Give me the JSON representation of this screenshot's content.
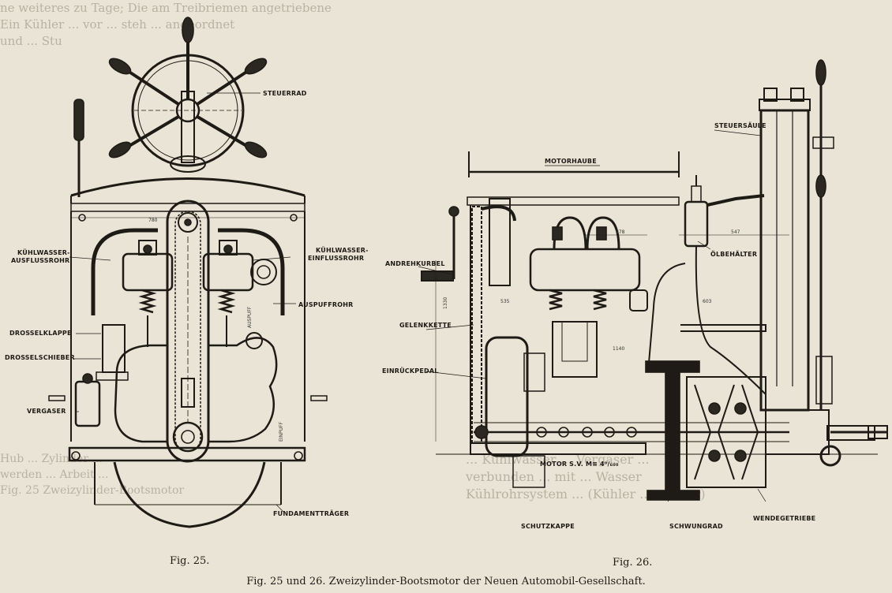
{
  "bleed_through": {
    "top_lines": [
      "ne weiteres zu Tage; Die am Treibriemen angetriebene",
      "Ein Kühler ... vor ... steh ... angeordnet",
      "und ... Stu"
    ],
    "right_lines": [
      "... Kühlwasser ... Vergaser ...",
      "verbunden ... mit ... Wasser",
      "Kühlrohrsystem ... (Kühler ... wasser)"
    ],
    "left_lines": [
      "Hub ... Zylinder ...",
      "werden ... Arbeit ...",
      "Fig. 25 Zweizylinder-Bootsmotor"
    ]
  },
  "fig25": {
    "caption": "Fig. 25.",
    "labels": {
      "steuerrad": "STEUERRAD",
      "kuehlwasser_ausfluss_1": "KÜHLWASSER-",
      "kuehlwasser_ausfluss_2": "AUSFLUSSROHR",
      "kuehlwasser_einfluss_1": "KÜHLWASSER-",
      "kuehlwasser_einfluss_2": "EINFLUSSROHR",
      "auspuffrohr": "AUSPUFFROHR",
      "drosselklappe": "DROSSELKLAPPE",
      "drosselschieber": "DROSSELSCHIEBER",
      "vergaser": "VERGASER",
      "fundamenttraeger": "FUNDAMENTTRÄGER",
      "auspuff": "AUSPUFF",
      "einpuff": "EINPUFF",
      "dim_780": "780"
    }
  },
  "fig26": {
    "caption": "Fig. 26.",
    "labels": {
      "motorhaube": "MOTORHAUBE",
      "steuersaeule": "STEUERSÄULE",
      "andrehkurbel": "ANDREHKURBEL",
      "oelbehaelter": "ÖLBEHÄLTER",
      "gelenkkette": "GELENKKETTE",
      "einrueckpedal": "EINRÜCKPEDAL",
      "motor": "MOTOR S.V. M≡ 4⁰/₆₀₀",
      "schutzkappe": "SCHUTZKAPPE",
      "schwungrad": "SCHWUNGRAD",
      "wendegetriebe": "WENDEGETRIEBE",
      "dim_547": "547",
      "dim_878": "878",
      "dim_535": "535",
      "dim_1140": "1140",
      "dim_603": "603",
      "dim_1330": "1330"
    }
  },
  "caption": "Fig. 25 und 26. Zweizylinder-Bootsmotor der Neuen Automobil-Gesellschaft."
}
